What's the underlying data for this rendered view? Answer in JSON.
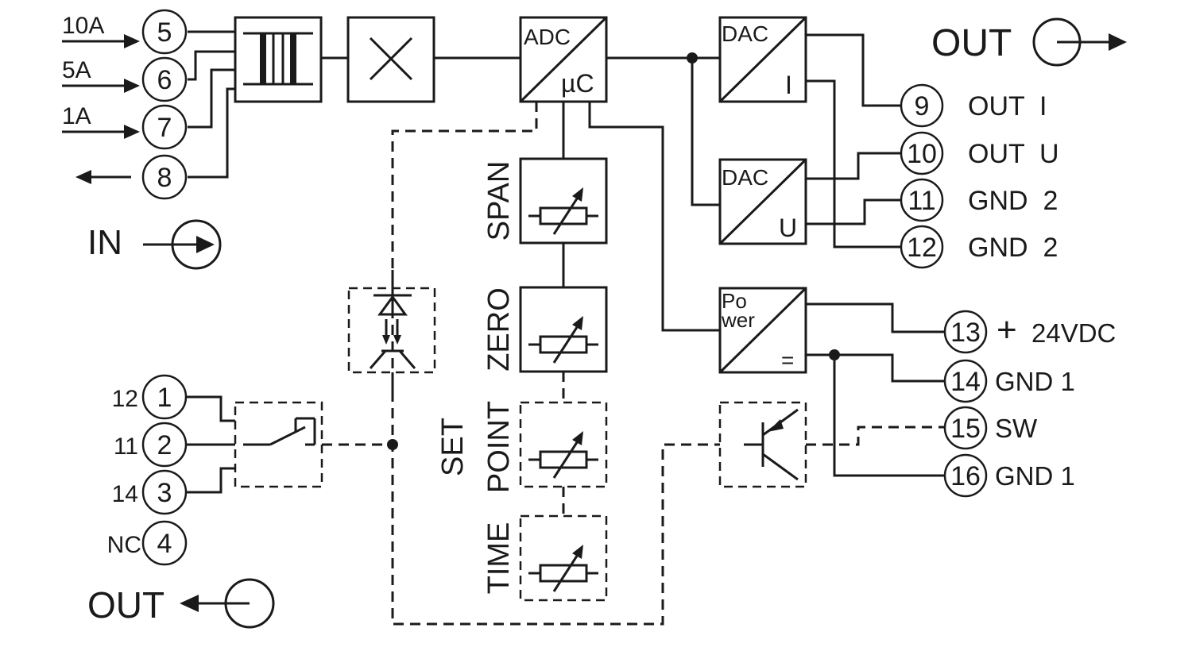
{
  "input_terminals": [
    {
      "number": "5",
      "rating": "10A"
    },
    {
      "number": "6",
      "rating": "5A"
    },
    {
      "number": "7",
      "rating": "1A"
    },
    {
      "number": "8",
      "rating": ""
    }
  ],
  "in_label": "IN",
  "out_label_top": "OUT",
  "out_label_bottom": "OUT",
  "adc_block": {
    "top": "ADC",
    "bottom": "µC"
  },
  "dac_i_block": {
    "top": "DAC",
    "bottom": "I"
  },
  "dac_u_block": {
    "top": "DAC",
    "bottom": "U"
  },
  "power_block": {
    "line1": "Po",
    "line2": "wer",
    "bottom": "="
  },
  "settings": {
    "span": "SPAN",
    "zero": "ZERO",
    "set": "SET",
    "point": "POINT",
    "time": "TIME"
  },
  "output_terminals": [
    {
      "number": "9",
      "label": "OUT  I"
    },
    {
      "number": "10",
      "label": "OUT  U"
    },
    {
      "number": "11",
      "label": "GND  2"
    },
    {
      "number": "12",
      "label": "GND  2"
    }
  ],
  "power_terminals": [
    {
      "number": "13",
      "sign": "+",
      "label": "24VDC"
    },
    {
      "number": "14",
      "sign": "",
      "label": "GND 1"
    },
    {
      "number": "15",
      "sign": "",
      "label": "SW"
    },
    {
      "number": "16",
      "sign": "",
      "label": "GND 1"
    }
  ],
  "relay_terminals": [
    {
      "number": "1",
      "pin": "12"
    },
    {
      "number": "2",
      "pin": "11"
    },
    {
      "number": "3",
      "pin": "14"
    },
    {
      "number": "4",
      "pin": "NC"
    }
  ]
}
